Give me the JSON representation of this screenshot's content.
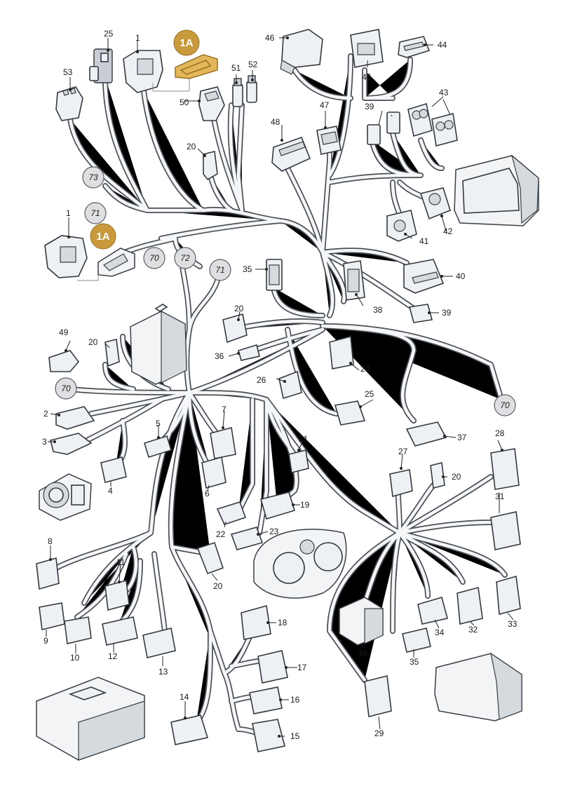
{
  "labels": {
    "n1": "1",
    "n1A": "1A",
    "n2": "2",
    "n3": "3",
    "n4": "4",
    "n5": "5",
    "n6": "6",
    "n7": "7",
    "n8": "8",
    "n9": "9",
    "n10": "10",
    "n11": "11",
    "n12": "12",
    "n13": "13",
    "n14": "14",
    "n15": "15",
    "n16": "16",
    "n17": "17",
    "n18": "18",
    "n19": "19",
    "n20": "20",
    "n21": "21",
    "n22": "22",
    "n23": "23",
    "n24": "24",
    "n25": "25",
    "n26": "26",
    "n27": "27",
    "n28": "28",
    "n29": "29",
    "n30": "30",
    "n31": "31",
    "n32": "32",
    "n33": "33",
    "n34": "34",
    "n35": "35",
    "n36": "36",
    "n37": "37",
    "n38": "38",
    "n39": "39",
    "n40": "40",
    "n41": "41",
    "n42": "42",
    "n43": "43",
    "n44": "44",
    "n45": "45",
    "n46": "46",
    "n47": "47",
    "n48": "48",
    "n49": "49",
    "n50": "50",
    "n51": "51",
    "n52": "52",
    "n53": "53",
    "c70": "70",
    "c71": "71",
    "c72": "72",
    "c73": "73"
  },
  "colors": {
    "wire": "#4a4f55",
    "connector_fill": "#eef1f4",
    "reference_circle": "#dedfe1",
    "highlight_gold": "#c99a3b"
  }
}
